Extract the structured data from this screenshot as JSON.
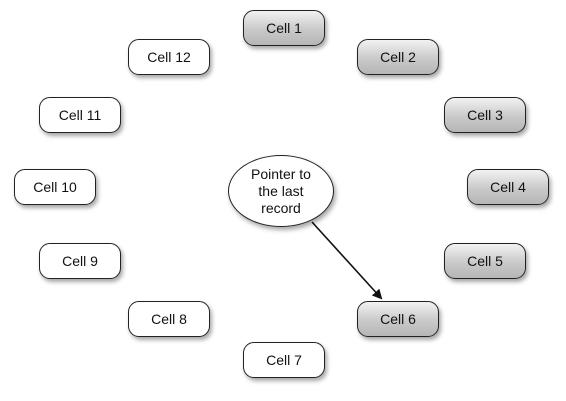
{
  "cells": [
    {
      "label": "Cell 1",
      "filled": true
    },
    {
      "label": "Cell 2",
      "filled": true
    },
    {
      "label": "Cell 3",
      "filled": true
    },
    {
      "label": "Cell 4",
      "filled": true
    },
    {
      "label": "Cell 5",
      "filled": true
    },
    {
      "label": "Cell 6",
      "filled": true
    },
    {
      "label": "Cell 7",
      "filled": false
    },
    {
      "label": "Cell 8",
      "filled": false
    },
    {
      "label": "Cell 9",
      "filled": false
    },
    {
      "label": "Cell 10",
      "filled": false
    },
    {
      "label": "Cell 11",
      "filled": false
    },
    {
      "label": "Cell 12",
      "filled": false
    }
  ],
  "pointer": {
    "line1": "Pointer to",
    "line2": "the last",
    "line3": "record",
    "target": "Cell 6"
  }
}
